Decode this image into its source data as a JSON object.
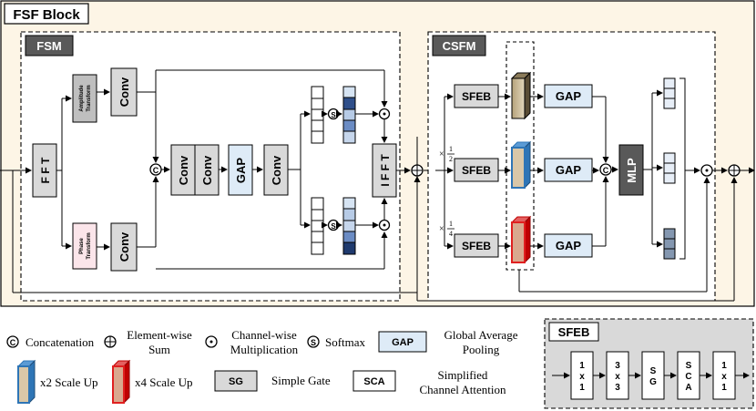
{
  "fsf_block": {
    "title": "FSF Block"
  },
  "fsm": {
    "title": "FSM",
    "fft": "F F T",
    "ifft": "I F F T",
    "amplitude": [
      "Amplitude",
      "Transform"
    ],
    "phase": [
      "Phase",
      "Transform"
    ],
    "conv": "Conv",
    "gap": "GAP",
    "concat": "C",
    "softmax": "S"
  },
  "csfm": {
    "title": "CSFM",
    "sfeb": "SFEB",
    "gap": "GAP",
    "mlp": "MLP",
    "concat": "C",
    "scale_half": {
      "prefix": "×",
      "num": "1",
      "den": "2"
    },
    "scale_quarter": {
      "prefix": "×",
      "num": "1",
      "den": "4"
    }
  },
  "legend": {
    "concatenation": "Concatenation",
    "element_sum": [
      "Element-wise",
      "Sum"
    ],
    "channel_mult": [
      "Channel-wise",
      "Multiplication"
    ],
    "softmax": "Softmax",
    "gap_box": "GAP",
    "gap_desc": [
      "Global Average",
      "Pooling"
    ],
    "x2": "x2 Scale Up",
    "x4": "x4 Scale Up",
    "sg_box": "SG",
    "sg_desc": "Simple Gate",
    "sca_box": "SCA",
    "sca_desc": [
      "Simplified",
      "Channel Attention"
    ]
  },
  "sfeb_detail": {
    "title": "SFEB",
    "blocks": [
      [
        "1",
        "x",
        "1"
      ],
      [
        "3",
        "x",
        "3"
      ],
      [
        "S",
        "G"
      ],
      [
        "S",
        "C",
        "A"
      ],
      [
        "1",
        "x",
        "1"
      ]
    ]
  },
  "colors": {
    "outer_fill": "#fdf5e6",
    "dark_header": "#595959",
    "light_gray": "#d9d9d9",
    "gap_fill": "#deebf7",
    "amp_fill": "#bfbfbf",
    "phase_fill": "#fbe5ea",
    "beige_block": "#c7b896",
    "blue_frame": "#2e75b6",
    "red_frame": "#e02020",
    "tan_fill": "#d9c7a8"
  }
}
